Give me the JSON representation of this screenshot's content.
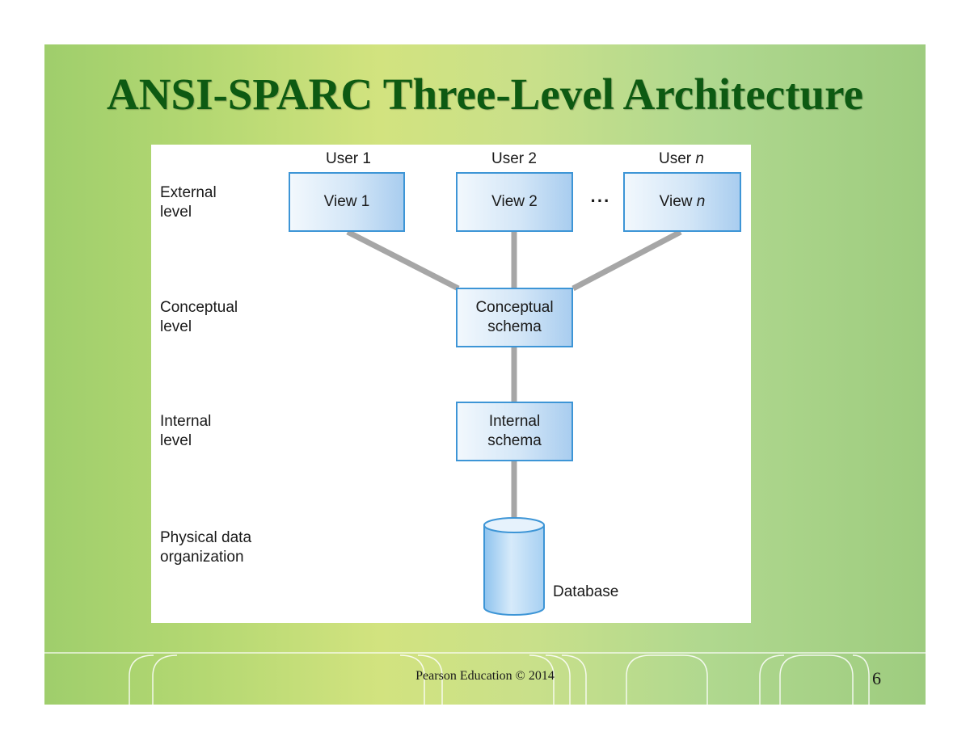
{
  "slide": {
    "title": "ANSI-SPARC Three-Level Architecture",
    "footer": "Pearson Education © 2014",
    "page_number": "6"
  },
  "levels": {
    "external": "External\nlevel",
    "conceptual": "Conceptual\nlevel",
    "internal": "Internal\nlevel",
    "physical": "Physical data\norganization"
  },
  "users": [
    {
      "label": "User 1",
      "view": "View 1"
    },
    {
      "label": "User 2",
      "view": "View 2"
    },
    {
      "label": "User n",
      "view": "View n"
    }
  ],
  "ellipsis": "···",
  "conceptual_schema": "Conceptual\nschema",
  "internal_schema": "Internal\nschema",
  "database": "Database",
  "colors": {
    "title": "#0d5a12",
    "box_border": "#3d95d6",
    "connector": "#a6a6a6"
  }
}
